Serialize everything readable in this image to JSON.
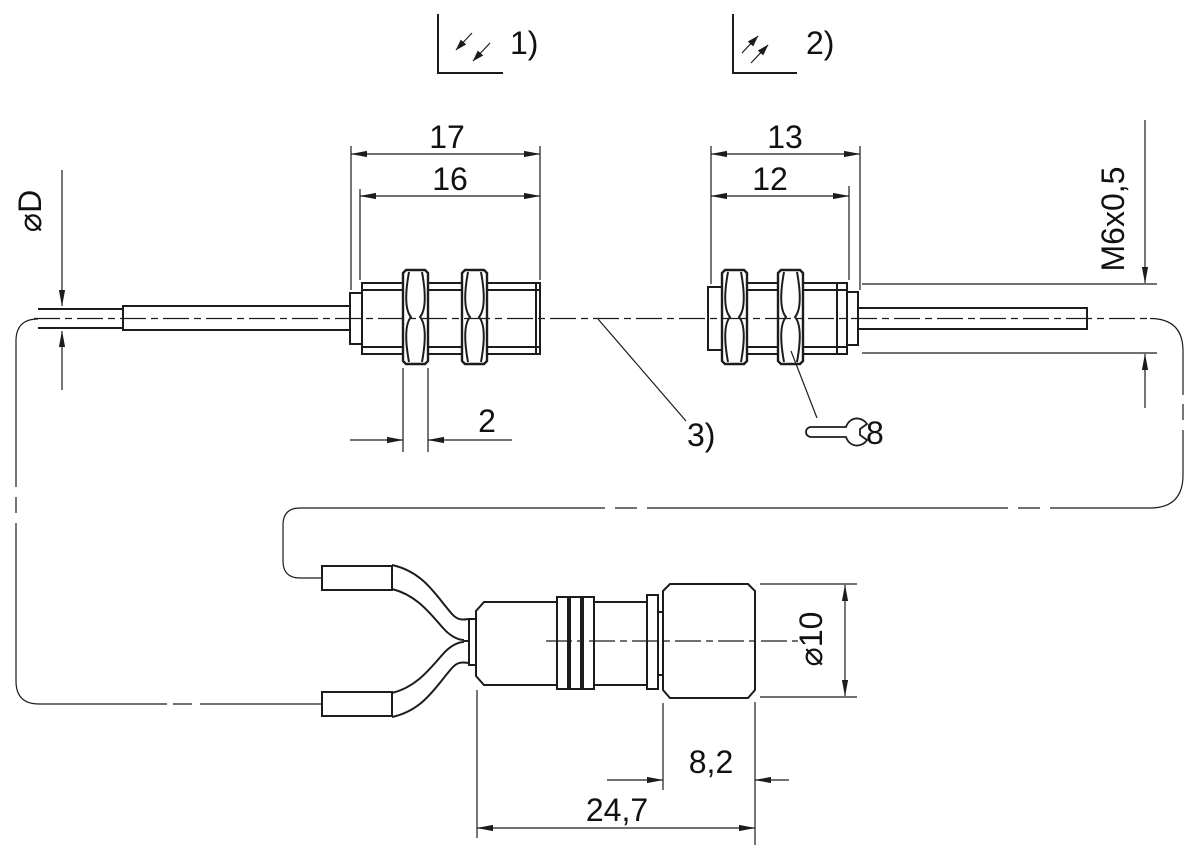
{
  "labels": {
    "note_receiver": "1)",
    "note_emitter": "2)",
    "note_fiber": "3)",
    "wrench_size": "8"
  },
  "dimensions": {
    "left_sensor_total": "17",
    "left_sensor_thread_length": "16",
    "right_sensor_total": "13",
    "right_sensor_thread_length": "12",
    "fiber_diameter": "⌀D",
    "thread_spec": "M6x0,5",
    "nut_width": "2",
    "connector_diameter": "⌀10",
    "connector_front_length": "8,2",
    "connector_total_length": "24,7"
  },
  "icons": {
    "wrench": "wrench-icon",
    "light_in": "light-arrows-in-icon",
    "light_out": "light-arrows-out-icon"
  },
  "colors": {
    "line": "#1c1c1c",
    "background": "#ffffff"
  }
}
